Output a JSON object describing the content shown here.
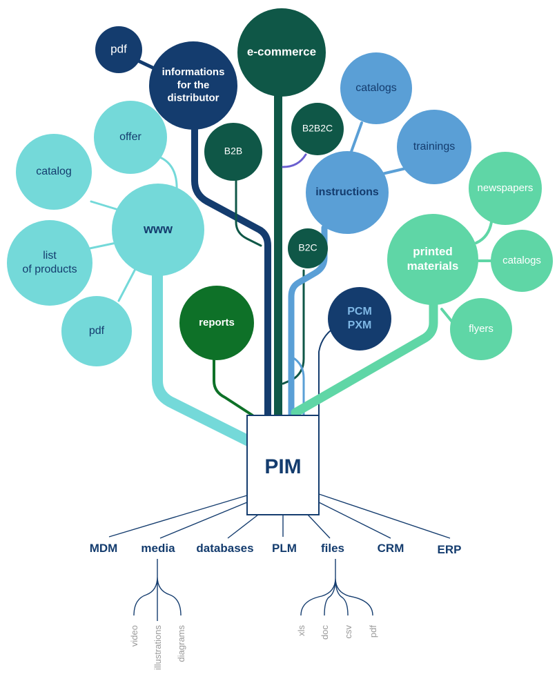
{
  "pim": {
    "label": "PIM"
  },
  "nodes": [
    {
      "id": "pdf_top",
      "lines": [
        "pdf"
      ],
      "color": "#143c6e"
    },
    {
      "id": "info",
      "lines": [
        "informations",
        "for the",
        "distributor"
      ],
      "color": "#143c6e"
    },
    {
      "id": "ecommerce",
      "lines": [
        "e-commerce"
      ],
      "color": "#0f5747"
    },
    {
      "id": "b2b",
      "lines": [
        "B2B"
      ],
      "color": "#0f5747"
    },
    {
      "id": "b2b2c",
      "lines": [
        "B2B2C"
      ],
      "color": "#0f5747"
    },
    {
      "id": "b2c",
      "lines": [
        "B2C"
      ],
      "color": "#0f5747"
    },
    {
      "id": "catalogs_top",
      "lines": [
        "catalogs"
      ],
      "color": "#5a9fd6"
    },
    {
      "id": "trainings",
      "lines": [
        "trainings"
      ],
      "color": "#5a9fd6"
    },
    {
      "id": "instructions",
      "lines": [
        "instructions"
      ],
      "color": "#5a9fd6"
    },
    {
      "id": "offer",
      "lines": [
        "offer"
      ],
      "color": "#74d9d9"
    },
    {
      "id": "catalog",
      "lines": [
        "catalog"
      ],
      "color": "#74d9d9"
    },
    {
      "id": "www",
      "lines": [
        "www"
      ],
      "color": "#74d9d9"
    },
    {
      "id": "list_products",
      "lines": [
        "list",
        "of products"
      ],
      "color": "#74d9d9"
    },
    {
      "id": "pdf_left",
      "lines": [
        "pdf"
      ],
      "color": "#74d9d9"
    },
    {
      "id": "reports",
      "lines": [
        "reports"
      ],
      "color": "#0e7128"
    },
    {
      "id": "pcm",
      "lines": [
        "PCM",
        "PXM"
      ],
      "color": "#143c6e"
    },
    {
      "id": "newspapers",
      "lines": [
        "newspapers"
      ],
      "color": "#5fd6a6"
    },
    {
      "id": "printed",
      "lines": [
        "printed",
        "materials"
      ],
      "color": "#5fd6a6"
    },
    {
      "id": "catalogs_right",
      "lines": [
        "catalogs"
      ],
      "color": "#5fd6a6"
    },
    {
      "id": "flyers",
      "lines": [
        "flyers"
      ],
      "color": "#5fd6a6"
    }
  ],
  "sources": [
    "MDM",
    "media",
    "databases",
    "PLM",
    "files",
    "CRM",
    "ERP"
  ],
  "media_items": [
    "video",
    "illustrations",
    "diagrams"
  ],
  "file_items": [
    "xls",
    "doc",
    "csv",
    "pdf"
  ]
}
